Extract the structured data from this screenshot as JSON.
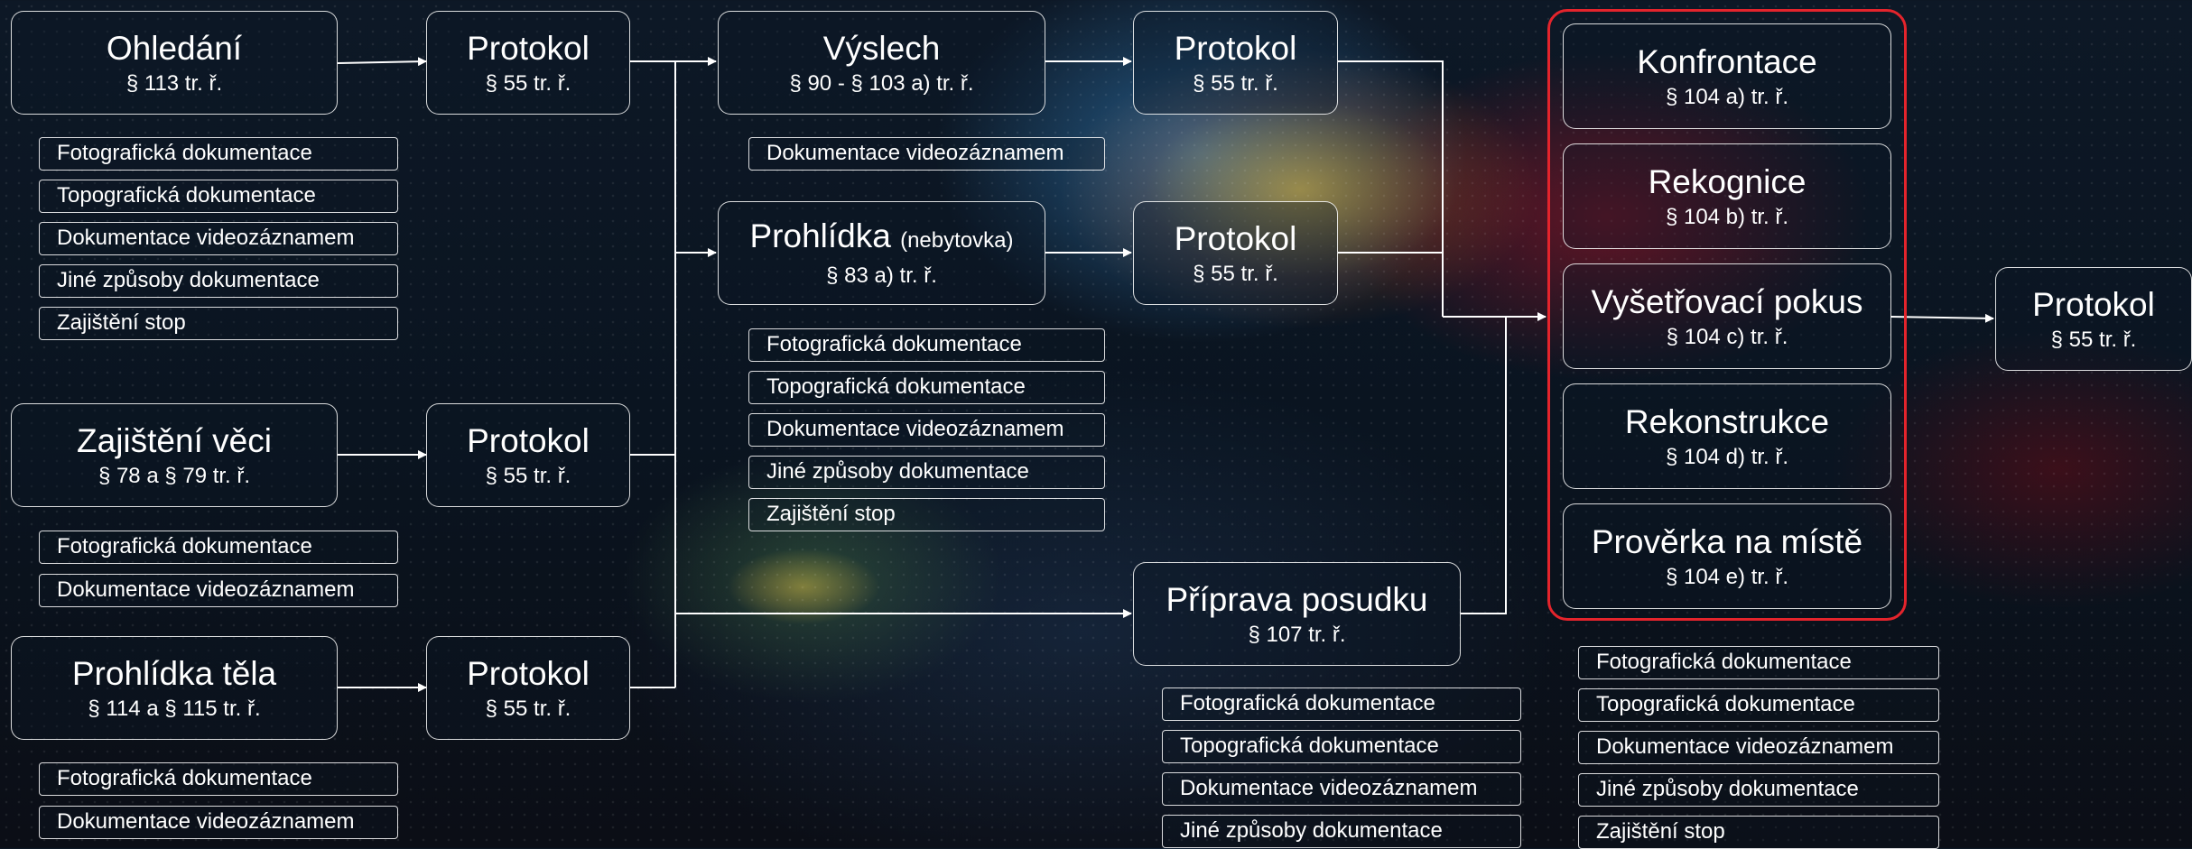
{
  "nodes": {
    "ohledani": {
      "title": "Ohledání",
      "sub": "§ 113 tr. ř."
    },
    "prot1": {
      "title": "Protokol",
      "sub": "§ 55 tr. ř."
    },
    "zajisteni": {
      "title": "Zajištění věci",
      "sub": "§ 78 a § 79 tr. ř."
    },
    "prot2": {
      "title": "Protokol",
      "sub": "§ 55 tr. ř."
    },
    "prohlidka_tela": {
      "title": "Prohlídka těla",
      "sub": "§ 114 a § 115 tr. ř."
    },
    "prot3": {
      "title": "Protokol",
      "sub": "§ 55 tr. ř."
    },
    "vyslech": {
      "title": "Výslech",
      "sub": "§ 90 - § 103 a) tr. ř."
    },
    "prot4": {
      "title": "Protokol",
      "sub": "§ 55 tr. ř."
    },
    "prohlidka": {
      "title": "Prohlídka",
      "title_small": "(nebytovka)",
      "sub": "§ 83 a) tr. ř."
    },
    "prot5": {
      "title": "Protokol",
      "sub": "§ 55 tr. ř."
    },
    "posudek": {
      "title": "Příprava posudku",
      "sub": "§ 107 tr. ř."
    },
    "konfrontace": {
      "title": "Konfrontace",
      "sub": "§ 104 a) tr. ř."
    },
    "rekognice": {
      "title": "Rekognice",
      "sub": "§ 104 b) tr. ř."
    },
    "pokus": {
      "title": "Vyšetřovací pokus",
      "sub": "§ 104 c) tr. ř."
    },
    "rekonstrukce": {
      "title": "Rekonstrukce",
      "sub": "§ 104 d) tr. ř."
    },
    "proverka": {
      "title": "Prověrka na místě",
      "sub": "§ 104 e) tr. ř."
    },
    "prot_final": {
      "title": "Protokol",
      "sub": "§ 55 tr. ř."
    }
  },
  "tags": {
    "ohledani": [
      "Fotografická dokumentace",
      "Topografická dokumentace",
      "Dokumentace videozáznamem",
      "Jiné způsoby dokumentace",
      "Zajištění stop"
    ],
    "zajisteni": [
      "Fotografická dokumentace",
      "Dokumentace videozáznamem"
    ],
    "prohlidka_tela": [
      "Fotografická dokumentace",
      "Dokumentace videozáznamem"
    ],
    "vyslech": [
      "Dokumentace videozáznamem"
    ],
    "prohlidka": [
      "Fotografická dokumentace",
      "Topografická dokumentace",
      "Dokumentace videozáznamem",
      "Jiné způsoby dokumentace",
      "Zajištění stop"
    ],
    "posudek": [
      "Fotografická dokumentace",
      "Topografická dokumentace",
      "Dokumentace videozáznamem",
      "Jiné způsoby dokumentace"
    ],
    "group": [
      "Fotografická dokumentace",
      "Topografická dokumentace",
      "Dokumentace videozáznamem",
      "Jiné způsoby dokumentace",
      "Zajištění stop"
    ]
  },
  "colors": {
    "line": "#ffffff",
    "group_border": "#e4242c"
  }
}
